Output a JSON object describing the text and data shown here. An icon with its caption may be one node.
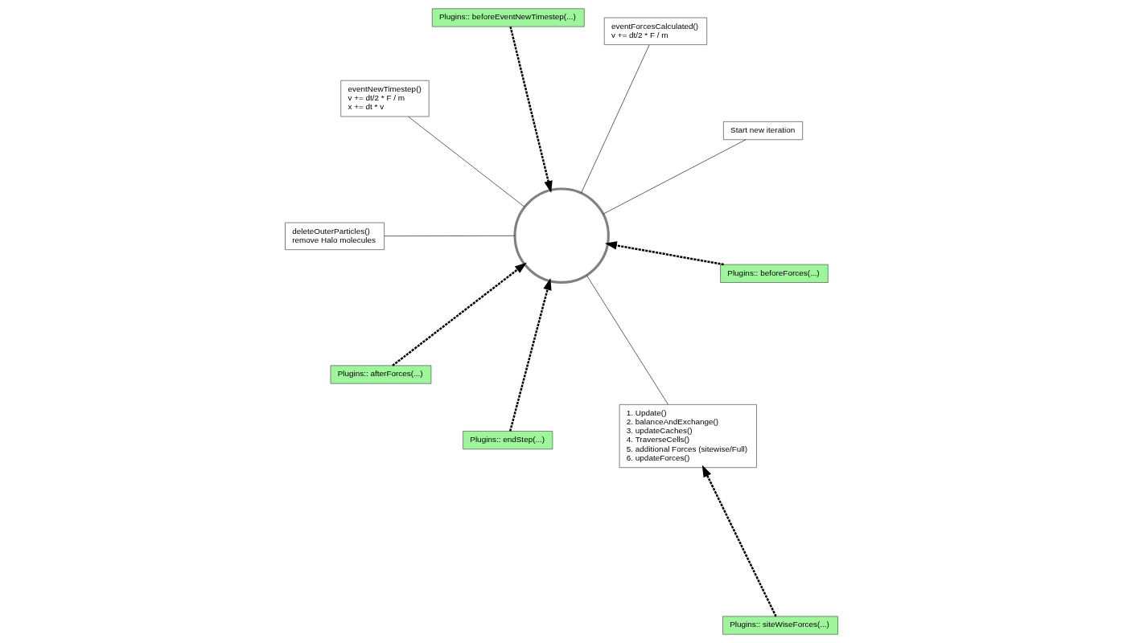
{
  "diagram": {
    "nodes": [
      {
        "text": [],
        "shape": "circle"
      },
      {
        "text": [
          "Start new iteration"
        ]
      },
      {
        "text": [
          "Plugins:: endStep(...)"
        ]
      },
      {
        "text": [
          "Plugins:: beforeEventNewTimestep(...)"
        ]
      },
      {
        "text": [
          "eventForcesCalculated()",
          "v += dt/2 * F / m"
        ]
      },
      {
        "text": [
          "eventNewTimestep()",
          "v += dt/2 * F / m",
          "x += dt * v"
        ]
      },
      {
        "text": [
          "deleteOuterParticles()",
          "remove Halo molecules"
        ]
      },
      {
        "text": [
          "Plugins:: beforeForces(...)"
        ]
      },
      {
        "text": [
          "Plugins:: afterForces(...)"
        ]
      },
      {
        "text": [
          "1. Update()",
          "2. balanceAndExchange()",
          "3. updateCaches()",
          "4. TraverseCells()",
          "5. additional Forces (sitewise/Full)",
          "6. updateForces()"
        ]
      },
      {
        "text": [
          "Plugins:: siteWiseForces(...)"
        ]
      }
    ],
    "edges": [
      {
        "from": 1,
        "to": 0,
        "arrow": "none"
      },
      {
        "from": 2,
        "to": 0,
        "arrow": "to",
        "style": "dashed"
      },
      {
        "from": 3,
        "to": 0,
        "arrow": "to",
        "style": "dashed"
      },
      {
        "from": 4,
        "to": 0,
        "arrow": "none"
      },
      {
        "from": 5,
        "to": 0,
        "arrow": "none"
      },
      {
        "from": 6,
        "to": 0,
        "arrow": "none"
      },
      {
        "from": 7,
        "to": 0,
        "arrow": "to",
        "style": "dashed"
      },
      {
        "from": 8,
        "to": 0,
        "arrow": "to",
        "style": "dashed"
      },
      {
        "from": 0,
        "to": 9,
        "arrow": "none"
      },
      {
        "from": 10,
        "to": 9,
        "arrow": "to",
        "style": "dashed"
      }
    ]
  }
}
